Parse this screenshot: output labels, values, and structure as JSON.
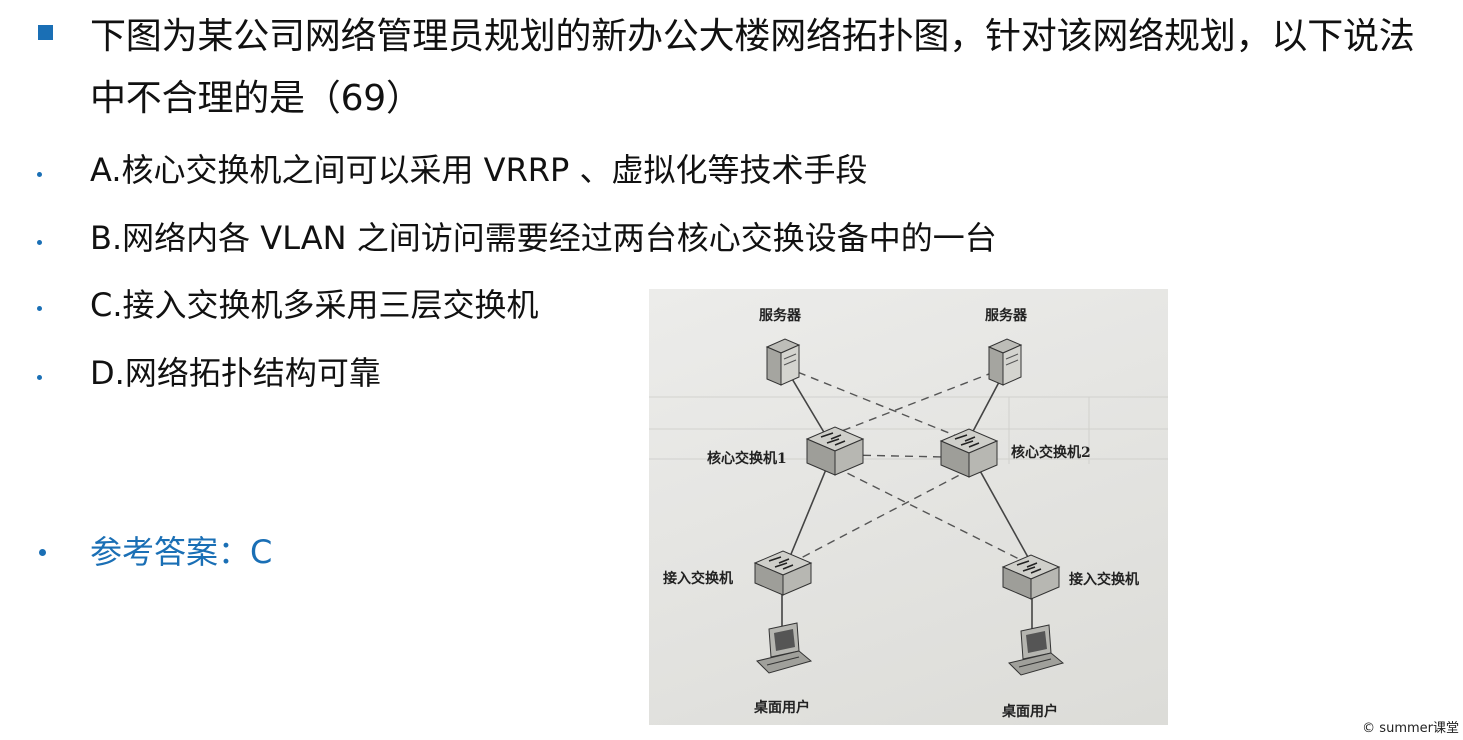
{
  "question": {
    "text": "下图为某公司网络管理员规划的新办公大楼网络拓扑图，针对该网络规划，以下说法中不合理的是（69）"
  },
  "options": [
    {
      "text": "A.核心交换机之间可以采用 VRRP 、虚拟化等技术手段"
    },
    {
      "text": "B.网络内各 VLAN 之间访问需要经过两台核心交换设备中的一台"
    },
    {
      "text": "C.接入交换机多采用三层交换机"
    },
    {
      "text": "D.网络拓扑结构可靠"
    }
  ],
  "answer": {
    "text": "参考答案：C"
  },
  "diagram": {
    "server_left": "服务器",
    "server_right": "服务器",
    "core_left": "核心交换机1",
    "core_right": "核心交换机2",
    "access_left": "接入交换机",
    "access_right": "接入交换机",
    "user_left": "桌面用户",
    "user_right": "桌面用户"
  },
  "footer": {
    "copyright": "© summer课堂"
  },
  "colors": {
    "accent": "#1a6fb5"
  }
}
